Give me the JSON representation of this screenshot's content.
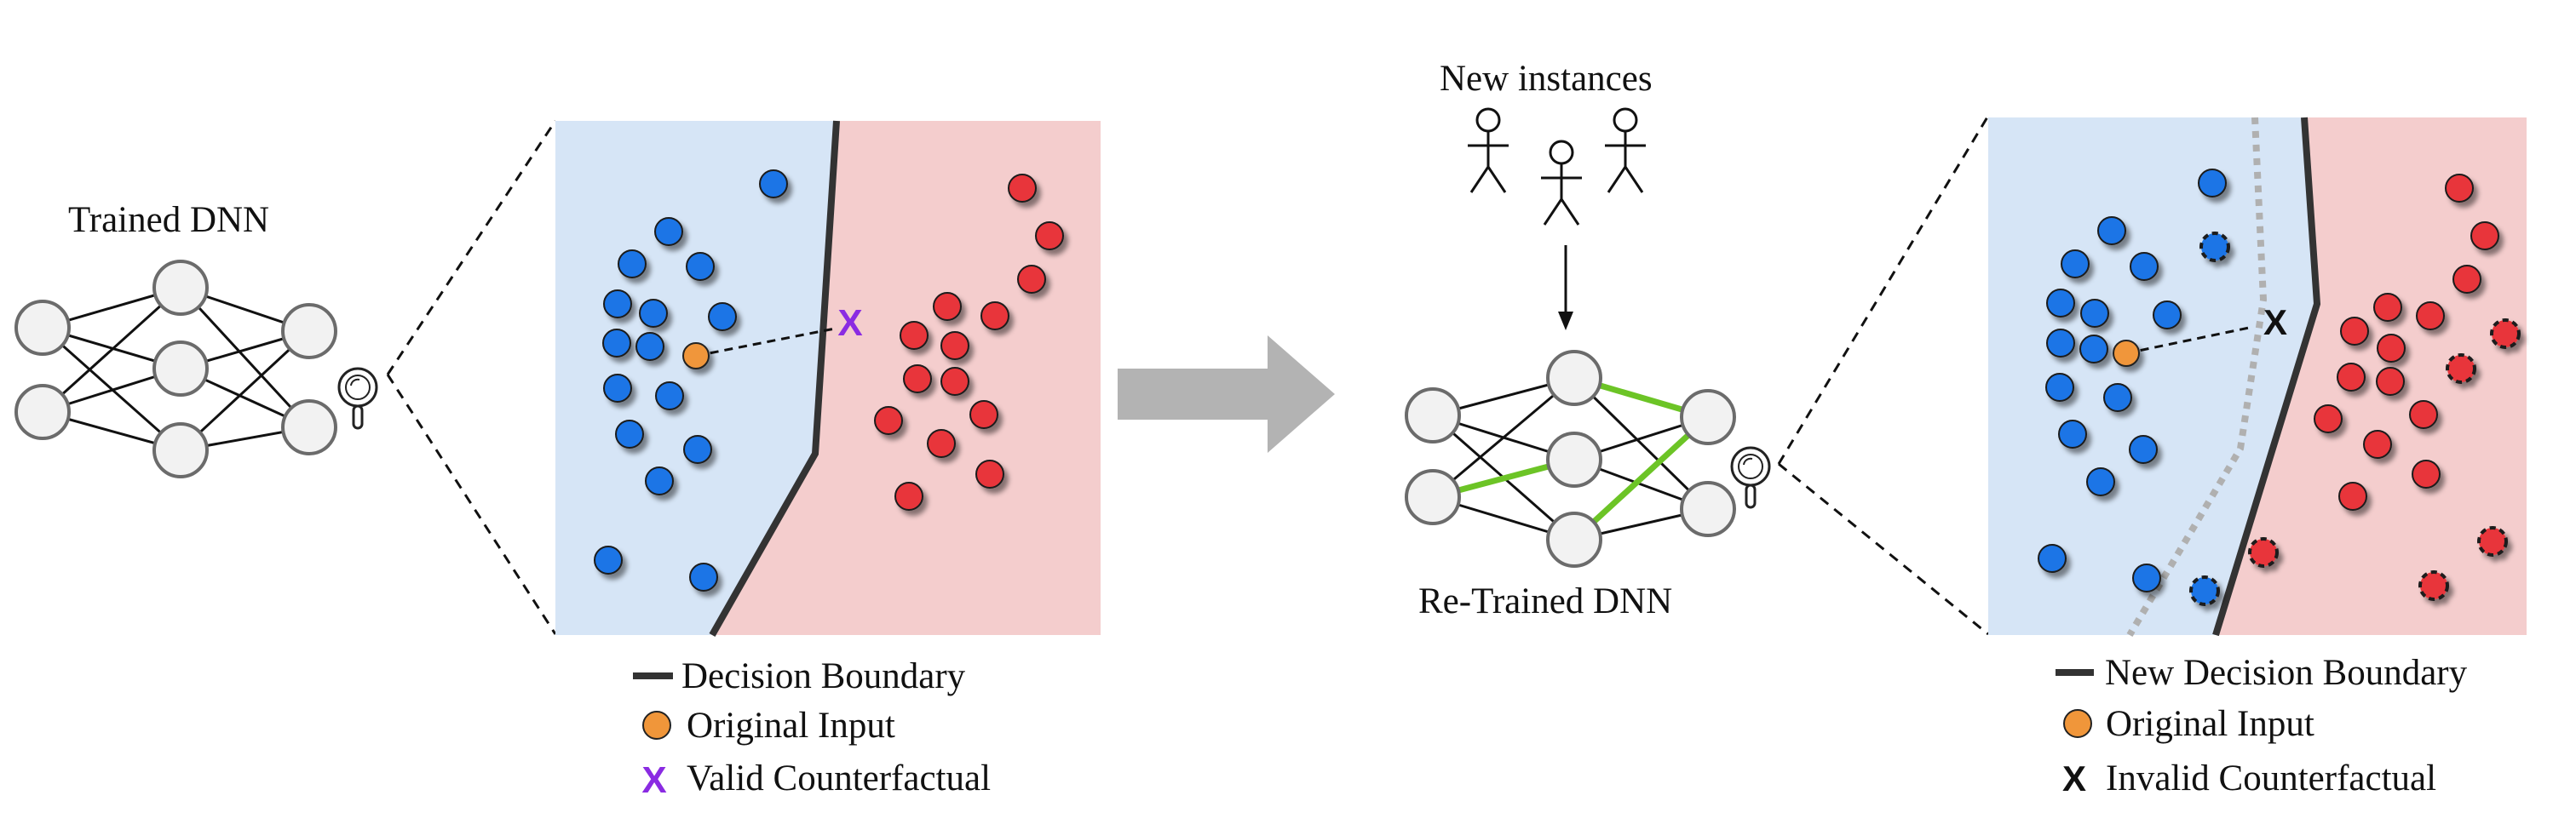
{
  "left": {
    "network_label": "Trained DNN",
    "legend": [
      {
        "label": "Decision Boundary",
        "symbol": "boundary-line"
      },
      {
        "label": "Original Input",
        "symbol": "orange-dot"
      },
      {
        "label": "Valid Counterfactual",
        "symbol": "purple-x"
      }
    ],
    "counterfactual_mark": "X"
  },
  "right": {
    "instances_label": "New instances",
    "network_label": "Re-Trained DNN",
    "legend": [
      {
        "label": "New Decision Boundary",
        "symbol": "boundary-line"
      },
      {
        "label": "Original Input",
        "symbol": "orange-dot"
      },
      {
        "label": "Invalid Counterfactual",
        "symbol": "black-x"
      }
    ],
    "counterfactual_mark": "X",
    "legend_x_mark": "X"
  },
  "colors": {
    "blue_region": "#d6e5f6",
    "red_region": "#f4cdcd",
    "blue_point": "#1a75e6",
    "red_point": "#e8363b",
    "original_input": "#f0963a",
    "valid_counterfactual": "#8a2be2",
    "invalid_counterfactual": "#111111",
    "retrained_edge": "#6cc426",
    "arrow": "#b3b3b3"
  },
  "icons": [
    "magnifier-icon",
    "person-icon",
    "arrow-right-icon"
  ]
}
